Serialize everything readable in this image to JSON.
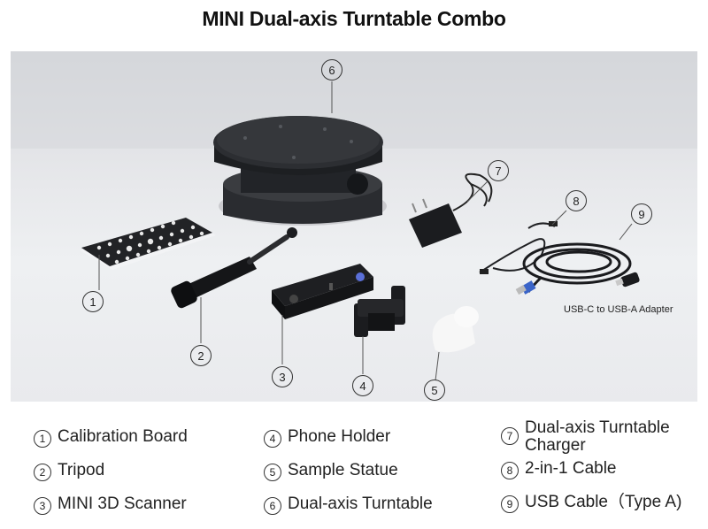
{
  "title": "MINI Dual-axis Turntable Combo",
  "photo": {
    "callouts": [
      "1",
      "2",
      "3",
      "4",
      "5",
      "6",
      "7",
      "8",
      "9"
    ],
    "adapter_label": "USB-C to USB-A Adapter"
  },
  "legend": [
    {
      "num": "1",
      "label": "Calibration Board"
    },
    {
      "num": "2",
      "label": "Tripod"
    },
    {
      "num": "3",
      "label": "MINI 3D Scanner"
    },
    {
      "num": "4",
      "label": "Phone Holder"
    },
    {
      "num": "5",
      "label": "Sample Statue"
    },
    {
      "num": "6",
      "label": "Dual-axis Turntable"
    },
    {
      "num": "7",
      "label": "Dual-axis Turntable Charger"
    },
    {
      "num": "8",
      "label": "2-in-1 Cable"
    },
    {
      "num": "9",
      "label": "USB Cable（Type A)"
    }
  ]
}
